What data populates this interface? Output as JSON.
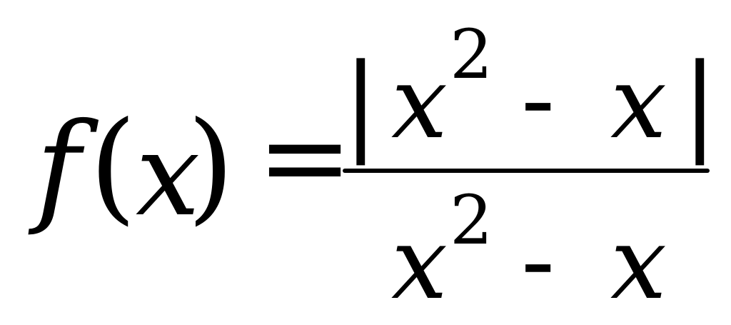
{
  "formula": {
    "lhs": {
      "func": "f",
      "open_paren": "(",
      "arg": "x",
      "close_paren": ")"
    },
    "equals": "=",
    "numerator": {
      "abs_left": "|",
      "base": "x",
      "exponent": "2",
      "minus": "-",
      "term": "x",
      "abs_right": "|"
    },
    "denominator": {
      "base": "x",
      "exponent": "2",
      "minus": "-",
      "term": "x"
    }
  }
}
